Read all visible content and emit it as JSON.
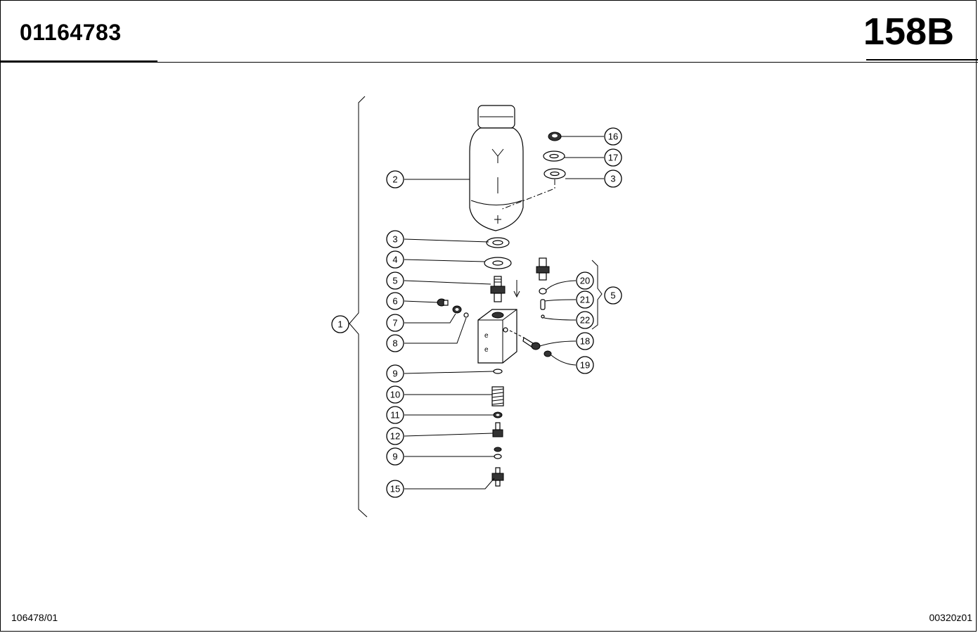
{
  "header": {
    "part_number": "01164783",
    "page_code": "158B"
  },
  "footer": {
    "left_ref": "106478/01",
    "right_ref": "00320z01"
  },
  "callouts": {
    "c1": "1",
    "c2": "2",
    "c3a": "3",
    "c3b": "3",
    "c4": "4",
    "c5a": "5",
    "c5b": "5",
    "c6": "6",
    "c7": "7",
    "c8": "8",
    "c9a": "9",
    "c9b": "9",
    "c10": "10",
    "c11": "11",
    "c12": "12",
    "c15": "15",
    "c16": "16",
    "c17": "17",
    "c18": "18",
    "c19": "19",
    "c20": "20",
    "c21": "21",
    "c22": "22"
  }
}
